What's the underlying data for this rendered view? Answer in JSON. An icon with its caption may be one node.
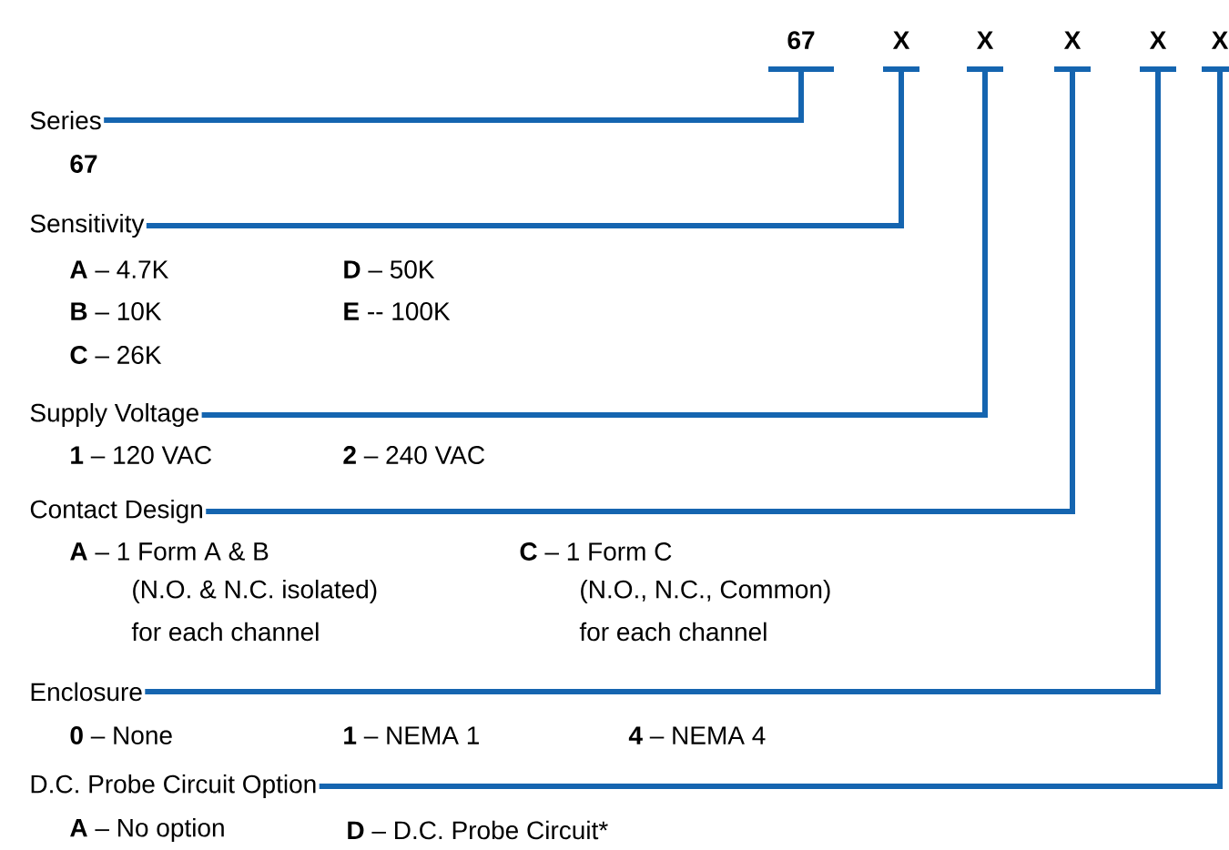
{
  "diagram": {
    "nodes": [
      {
        "text": [
          "67"
        ]
      },
      {
        "text": [
          "X"
        ]
      },
      {
        "text": [
          "X"
        ]
      },
      {
        "text": [
          "X"
        ]
      },
      {
        "text": [
          "X"
        ]
      },
      {
        "text": [
          "X"
        ]
      },
      {
        "text": [
          "Series"
        ]
      },
      {
        "text": [
          "Sensitivity"
        ]
      },
      {
        "text": [
          "Supply Voltage"
        ]
      },
      {
        "text": [
          "Contact Design"
        ]
      },
      {
        "text": [
          "Enclosure"
        ]
      },
      {
        "text": [
          "D.C. Probe Circuit Option"
        ]
      }
    ],
    "edges": [
      {
        "from": 6,
        "to": 0,
        "arrow": "none"
      },
      {
        "from": 7,
        "to": 1,
        "arrow": "none"
      },
      {
        "from": 8,
        "to": 2,
        "arrow": "none"
      },
      {
        "from": 9,
        "to": 3,
        "arrow": "none"
      },
      {
        "from": 10,
        "to": 4,
        "arrow": "none"
      },
      {
        "from": 11,
        "to": 5,
        "arrow": "none"
      }
    ],
    "labels": [
      "**67**",
      "**A** – 4.7K",
      "**D** – 50K",
      "**B** – 10K",
      "**E** -- 100K",
      "**C** – 26K",
      "**1** – 120 VAC",
      "**2** – 240 VAC",
      "**A** – 1 Form A & B",
      "**C** – 1 Form C",
      "(N.O. & N.C. isolated)",
      "(N.O., N.C., Common)",
      "for each channel",
      "for each channel",
      "**0** – None",
      "**1** – NEMA 1",
      "**4** – NEMA 4",
      "**A** – No option",
      "**D** – D.C. Probe Circuit*"
    ]
  }
}
